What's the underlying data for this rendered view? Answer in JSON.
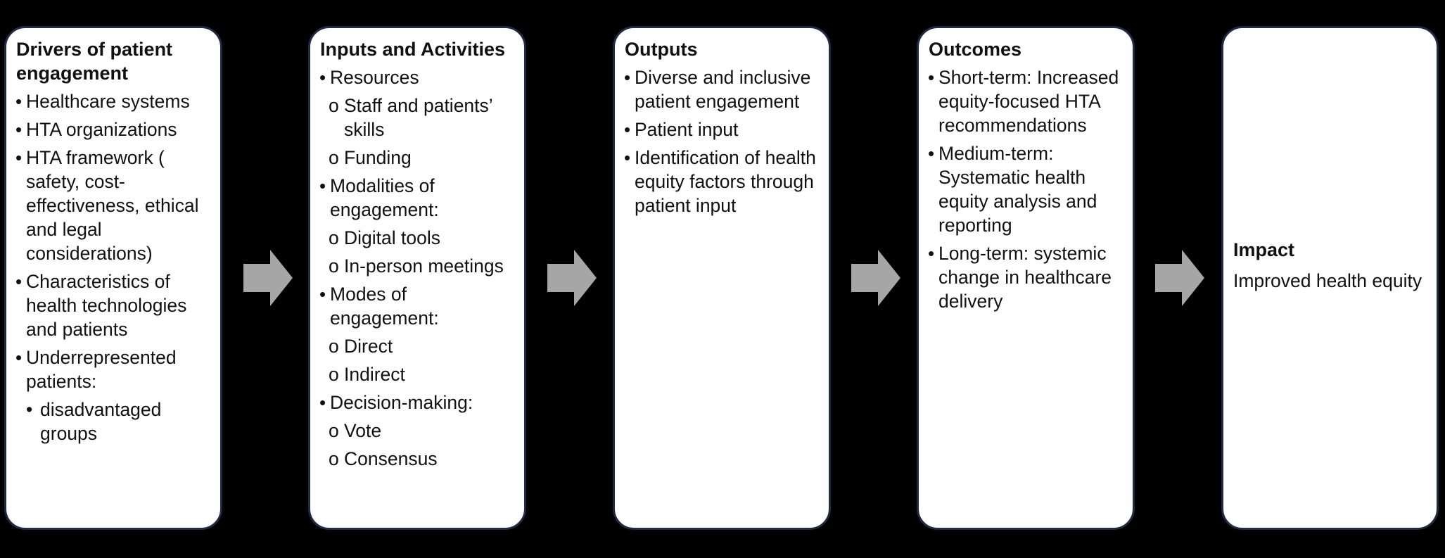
{
  "colors": {
    "background": "#000000",
    "box_fill": "#ffffff",
    "box_border": "#1f2a44",
    "arrow": "#a6a6a6",
    "text": "#111111"
  },
  "arrow_icon": "block-right-arrow",
  "drivers": {
    "title": "Drivers of patient engagement",
    "items": [
      {
        "text": "Healthcare systems",
        "children": []
      },
      {
        "text": "HTA organizations",
        "children": []
      },
      {
        "text": "HTA framework ( safety, cost-effectiveness, ethical and legal considerations)",
        "children": []
      },
      {
        "text": "Characteristics of health technologies and patients",
        "children": []
      },
      {
        "text": "Underrepresented patients:",
        "children": [
          "disadvantaged groups"
        ]
      }
    ]
  },
  "inputs": {
    "title": "Inputs and Activities",
    "items": [
      {
        "text": "Resources",
        "children": [
          "Staff and patients’ skills",
          "Funding"
        ]
      },
      {
        "text": "Modalities of engagement:",
        "children": [
          "Digital tools",
          "In-person meetings"
        ]
      },
      {
        "text": "Modes of engagement:",
        "children": [
          "Direct",
          "Indirect"
        ]
      },
      {
        "text": "Decision-making:",
        "children": [
          "Vote",
          "Consensus"
        ]
      }
    ]
  },
  "outputs": {
    "title": "Outputs",
    "items": [
      {
        "text": "Diverse and inclusive patient engagement",
        "children": []
      },
      {
        "text": "Patient input",
        "children": []
      },
      {
        "text": "Identification of health equity factors through patient input",
        "children": []
      }
    ]
  },
  "outcomes": {
    "title": "Outcomes",
    "items": [
      {
        "text": "Short-term: Increased equity-focused HTA recommendations",
        "children": []
      },
      {
        "text": "Medium-term: Systematic health equity analysis and reporting",
        "children": []
      },
      {
        "text": "Long-term: systemic change in healthcare delivery",
        "children": []
      }
    ]
  },
  "impact": {
    "title": "Impact",
    "text": "Improved health equity"
  }
}
